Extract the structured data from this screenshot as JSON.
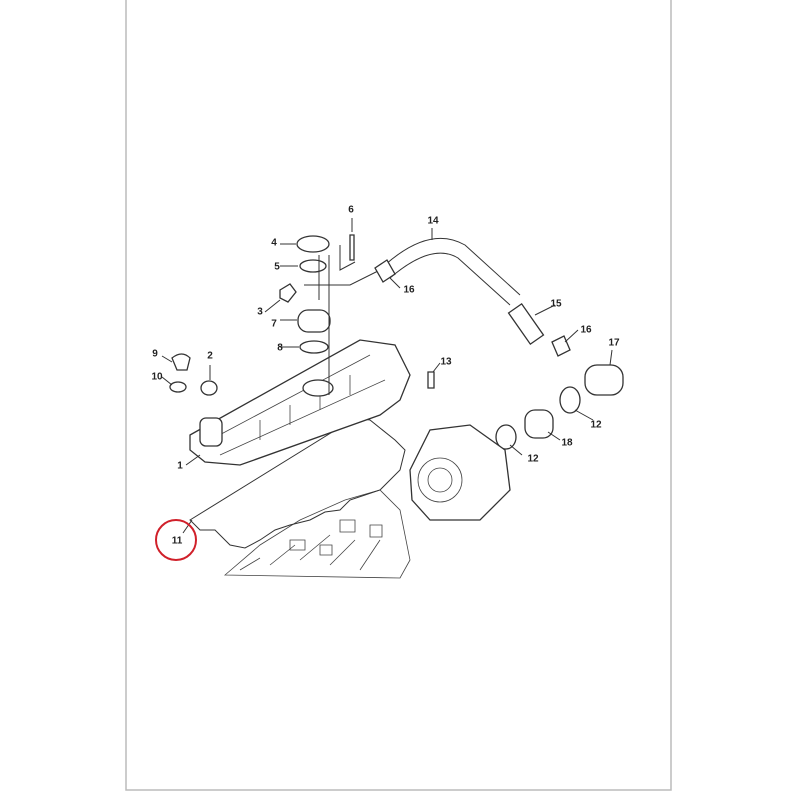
{
  "diagram": {
    "title": "Valve cover and breather exploded view",
    "highlight_color": "#d0202a",
    "highlighted_callout": "11",
    "callouts": {
      "c1": "1",
      "c2": "2",
      "c3": "3",
      "c4": "4",
      "c5": "5",
      "c6": "6",
      "c7": "7",
      "c8": "8",
      "c9": "9",
      "c10": "10",
      "c11": "11",
      "c12a": "12",
      "c12b": "12",
      "c13": "13",
      "c14": "14",
      "c15": "15",
      "c16a": "16",
      "c16b": "16",
      "c17": "17",
      "c18": "18"
    }
  }
}
